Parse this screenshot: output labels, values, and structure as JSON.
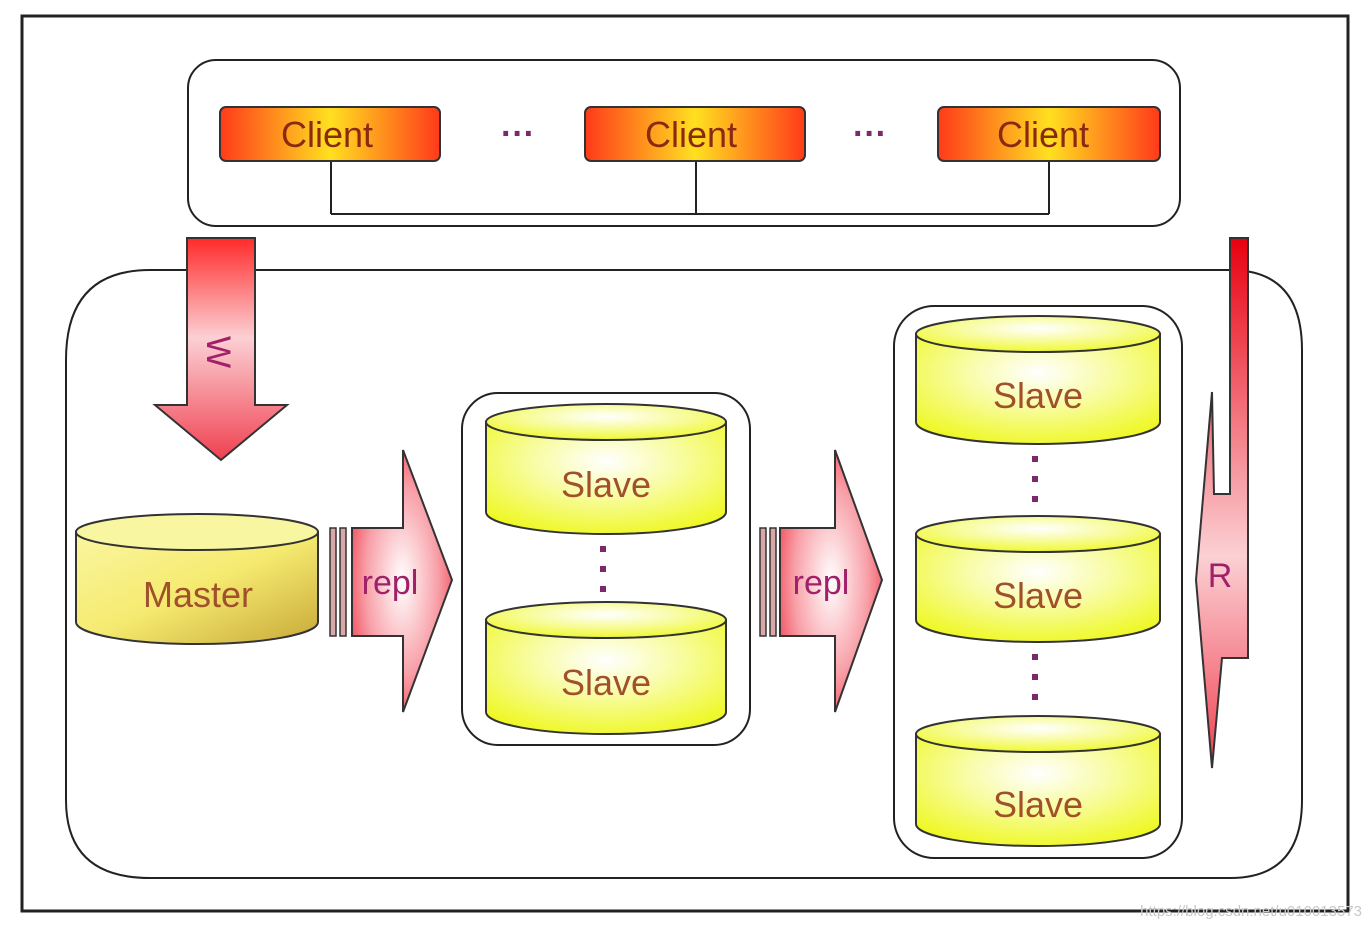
{
  "clients": [
    {
      "label": "Client"
    },
    {
      "label": "Client"
    },
    {
      "label": "Client"
    }
  ],
  "ellipsis_label": "···",
  "write_arrow": {
    "label": "W",
    "icon": "arrow-down-icon"
  },
  "read_arrow": {
    "label": "R",
    "icon": "arrow-up-icon"
  },
  "master": {
    "label": "Master",
    "icon": "database-icon"
  },
  "repl_arrows": [
    {
      "label": "repl",
      "icon": "arrow-right-icon"
    },
    {
      "label": "repl",
      "icon": "arrow-right-icon"
    }
  ],
  "slave_group_1": [
    {
      "label": "Slave"
    },
    {
      "label": "Slave"
    }
  ],
  "slave_group_2": [
    {
      "label": "Slave"
    },
    {
      "label": "Slave"
    },
    {
      "label": "Slave"
    }
  ],
  "watermark": "https://blog.csdn.net/u010013573",
  "colors": {
    "client_edge": "#ff3a1a",
    "client_center": "#ffe020",
    "db_yellow": "#f2f83a",
    "arrow_red": "#f04050",
    "text_brown": "#8a2a10",
    "text_magenta": "#a0206a"
  }
}
